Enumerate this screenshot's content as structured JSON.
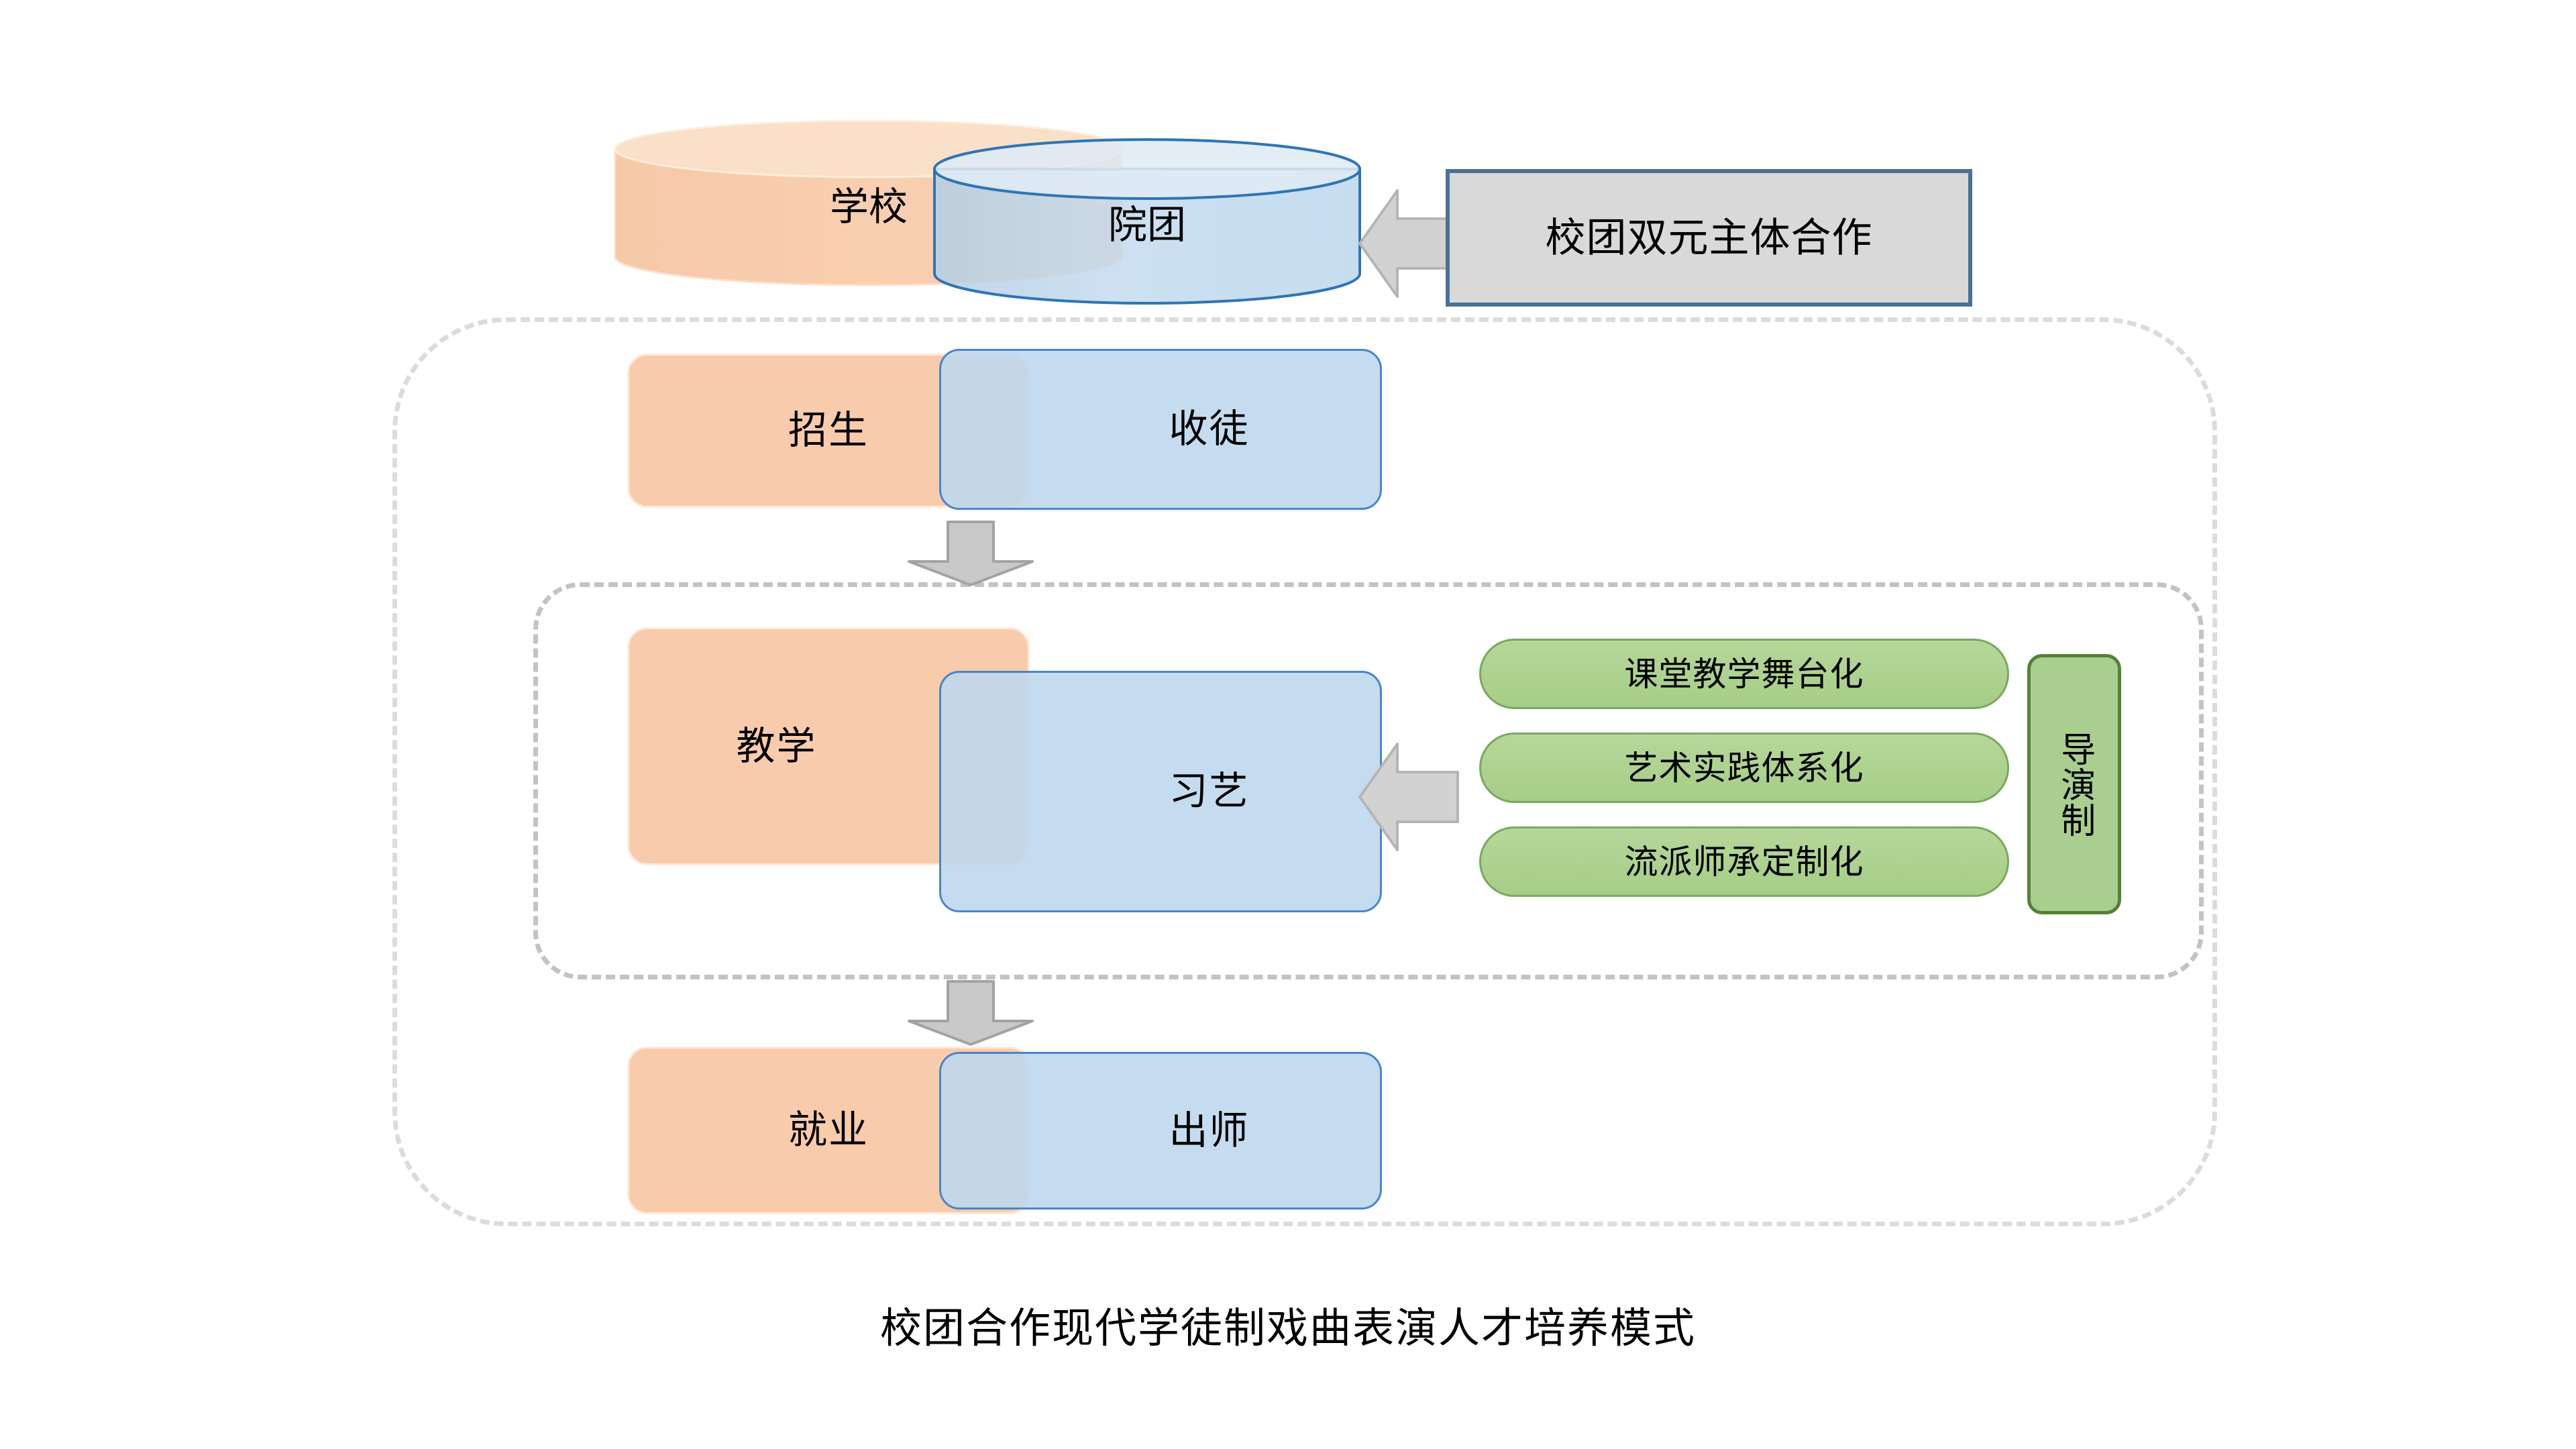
{
  "caption": "校团合作现代学徒制戏曲表演人才培养模式",
  "top_row": {
    "school_cylinder": "学校",
    "troupe_cylinder": "院团",
    "cooperation_label": "校团双元主体合作"
  },
  "stages": [
    {
      "school": "招生",
      "troupe": "收徒"
    },
    {
      "school": "教学",
      "troupe": "习艺"
    },
    {
      "school": "就业",
      "troupe": "出师"
    }
  ],
  "pills": [
    "课堂教学舞台化",
    "艺术实践体系化",
    "流派师承定制化"
  ],
  "vertical_box": "导演制",
  "colors": {
    "orange_fill": "#f8cbad",
    "orange_stroke": "#fdeada",
    "blue_fill": "#bdd7ee",
    "blue_stroke": "#4a86c8",
    "green_fill": "#a9ce8f",
    "green_stroke": "#548235",
    "gray_fill": "#d9d9d9",
    "gray_stroke": "#4a7194",
    "arrow_fill": "#cfcfcf",
    "arrow_stroke": "#a6a6a6",
    "dash_outer": "#dcdcdc",
    "dash_inner": "#c3c3c3"
  }
}
